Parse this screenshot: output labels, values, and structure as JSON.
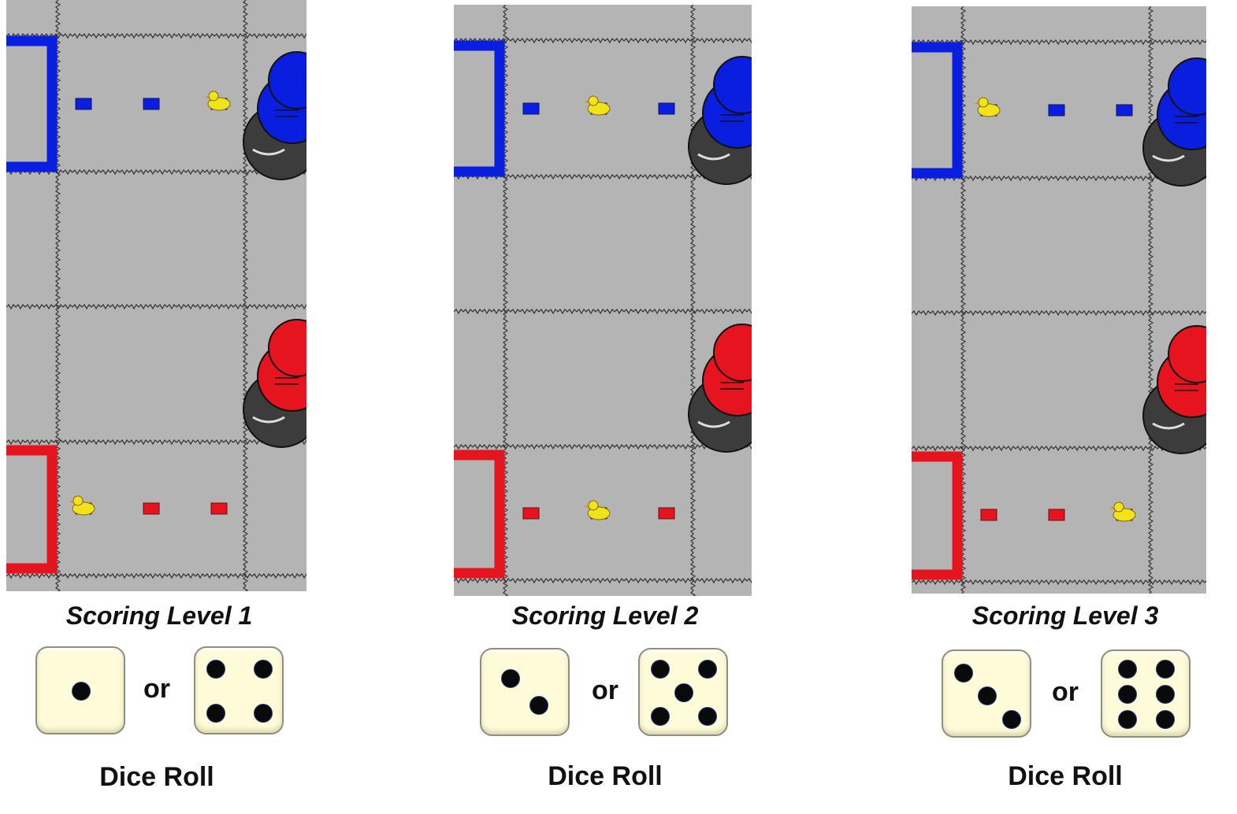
{
  "panels": [
    {
      "caption": "Scoring Level 1",
      "or_label": "or",
      "dice_label": "Dice Roll",
      "dice": [
        1,
        4
      ],
      "blue_duck_slot": 2,
      "red_duck_slot": 0
    },
    {
      "caption": "Scoring Level 2",
      "or_label": "or",
      "dice_label": "Dice Roll",
      "dice": [
        2,
        5
      ],
      "blue_duck_slot": 1,
      "red_duck_slot": 1
    },
    {
      "caption": "Scoring Level 3",
      "or_label": "or",
      "dice_label": "Dice Roll",
      "dice": [
        3,
        6
      ],
      "blue_duck_slot": 0,
      "red_duck_slot": 2
    }
  ],
  "colors": {
    "field": "#b4b4b4",
    "blue": "#0a1ee0",
    "red": "#e6141e",
    "duck": "#f2e21a",
    "die_face": "#fefbd8"
  }
}
